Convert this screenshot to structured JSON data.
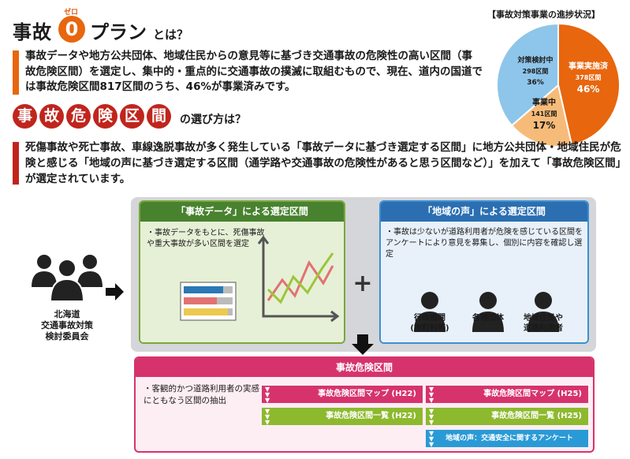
{
  "header": {
    "title_part1": "事故",
    "zero_char": "0",
    "zero_ruby": "ゼロ",
    "title_part2": "プラン",
    "title_suffix": "とは？",
    "intro": "事故データや地方公共団体、地域住民からの意見等に基づき交通事故の危険性の高い区間（事故危険区間）を選定し、集中的・重点的に交通事故の撲滅に取組むもので、現在、道内の国道では事故危険区間817区間のうち、46%が事業済みです。"
  },
  "progress": {
    "title": "【事故対策事業の進捗状況】",
    "colors": {
      "done": "#e8660e",
      "ongoing": "#f7bb79",
      "review": "#8ec5ea"
    },
    "segments": [
      {
        "key": "done",
        "label": "事業実施済",
        "count": "378区間",
        "percent": "46%",
        "fraction": 0.46
      },
      {
        "key": "ongoing",
        "label": "事業中",
        "count": "141区間",
        "percent": "17%",
        "fraction": 0.17
      },
      {
        "key": "review",
        "label": "対策検討中",
        "count": "298区間",
        "percent": "36%",
        "fraction": 0.36
      }
    ]
  },
  "section2": {
    "badge_chars": [
      "事",
      "故",
      "危",
      "険",
      "区",
      "間"
    ],
    "heading_suffix": "の選び方は？",
    "body": "死傷事故や死亡事故、車線逸脱事故が多く発生している「事故データに基づき選定する区間」に地方公共団体・地域住民が危険と感じる「地域の声に基づき選定する区間（通学路や交通事故の危険性があると思う区間など）」を加えて「事故危険区間」が選定されています。"
  },
  "diagram": {
    "committee_line1": "北海道",
    "committee_line2": "交通事故対策",
    "committee_line3": "検討委員会",
    "data_box_title": "「事故データ」による選定区間",
    "data_box_text": "・事故データをもとに、死傷事故や重大事故が多い区間を選定",
    "voice_box_title": "「地域の声」による選定区間",
    "voice_box_text": "・事故は少ないが道路利用者が危険を感じている区間をアンケートにより意見を募集し、個別に内容を確認し選定",
    "plus": "+",
    "stakeholders": [
      {
        "line1": "行政機関",
        "line2": "(市町村等)"
      },
      {
        "line1": "各種団体",
        "line2": ""
      },
      {
        "line1": "地域住民や",
        "line2": "道路利用者"
      }
    ]
  },
  "result": {
    "title": "事故危険区間",
    "text": "・客観的かつ道路利用者の実感にともなう区間の抽出",
    "chips": {
      "map_h22": "事故危険区間マップ (H22)",
      "map_h25": "事故危険区間マップ (H25)",
      "list_h22": "事故危険区間一覧 (H22)",
      "list_h25": "事故危険区間一覧 (H25)",
      "survey_h25": "地域の声：交通安全に関するアンケート (H25)"
    },
    "arrow_glyph": "▼▼▼"
  }
}
